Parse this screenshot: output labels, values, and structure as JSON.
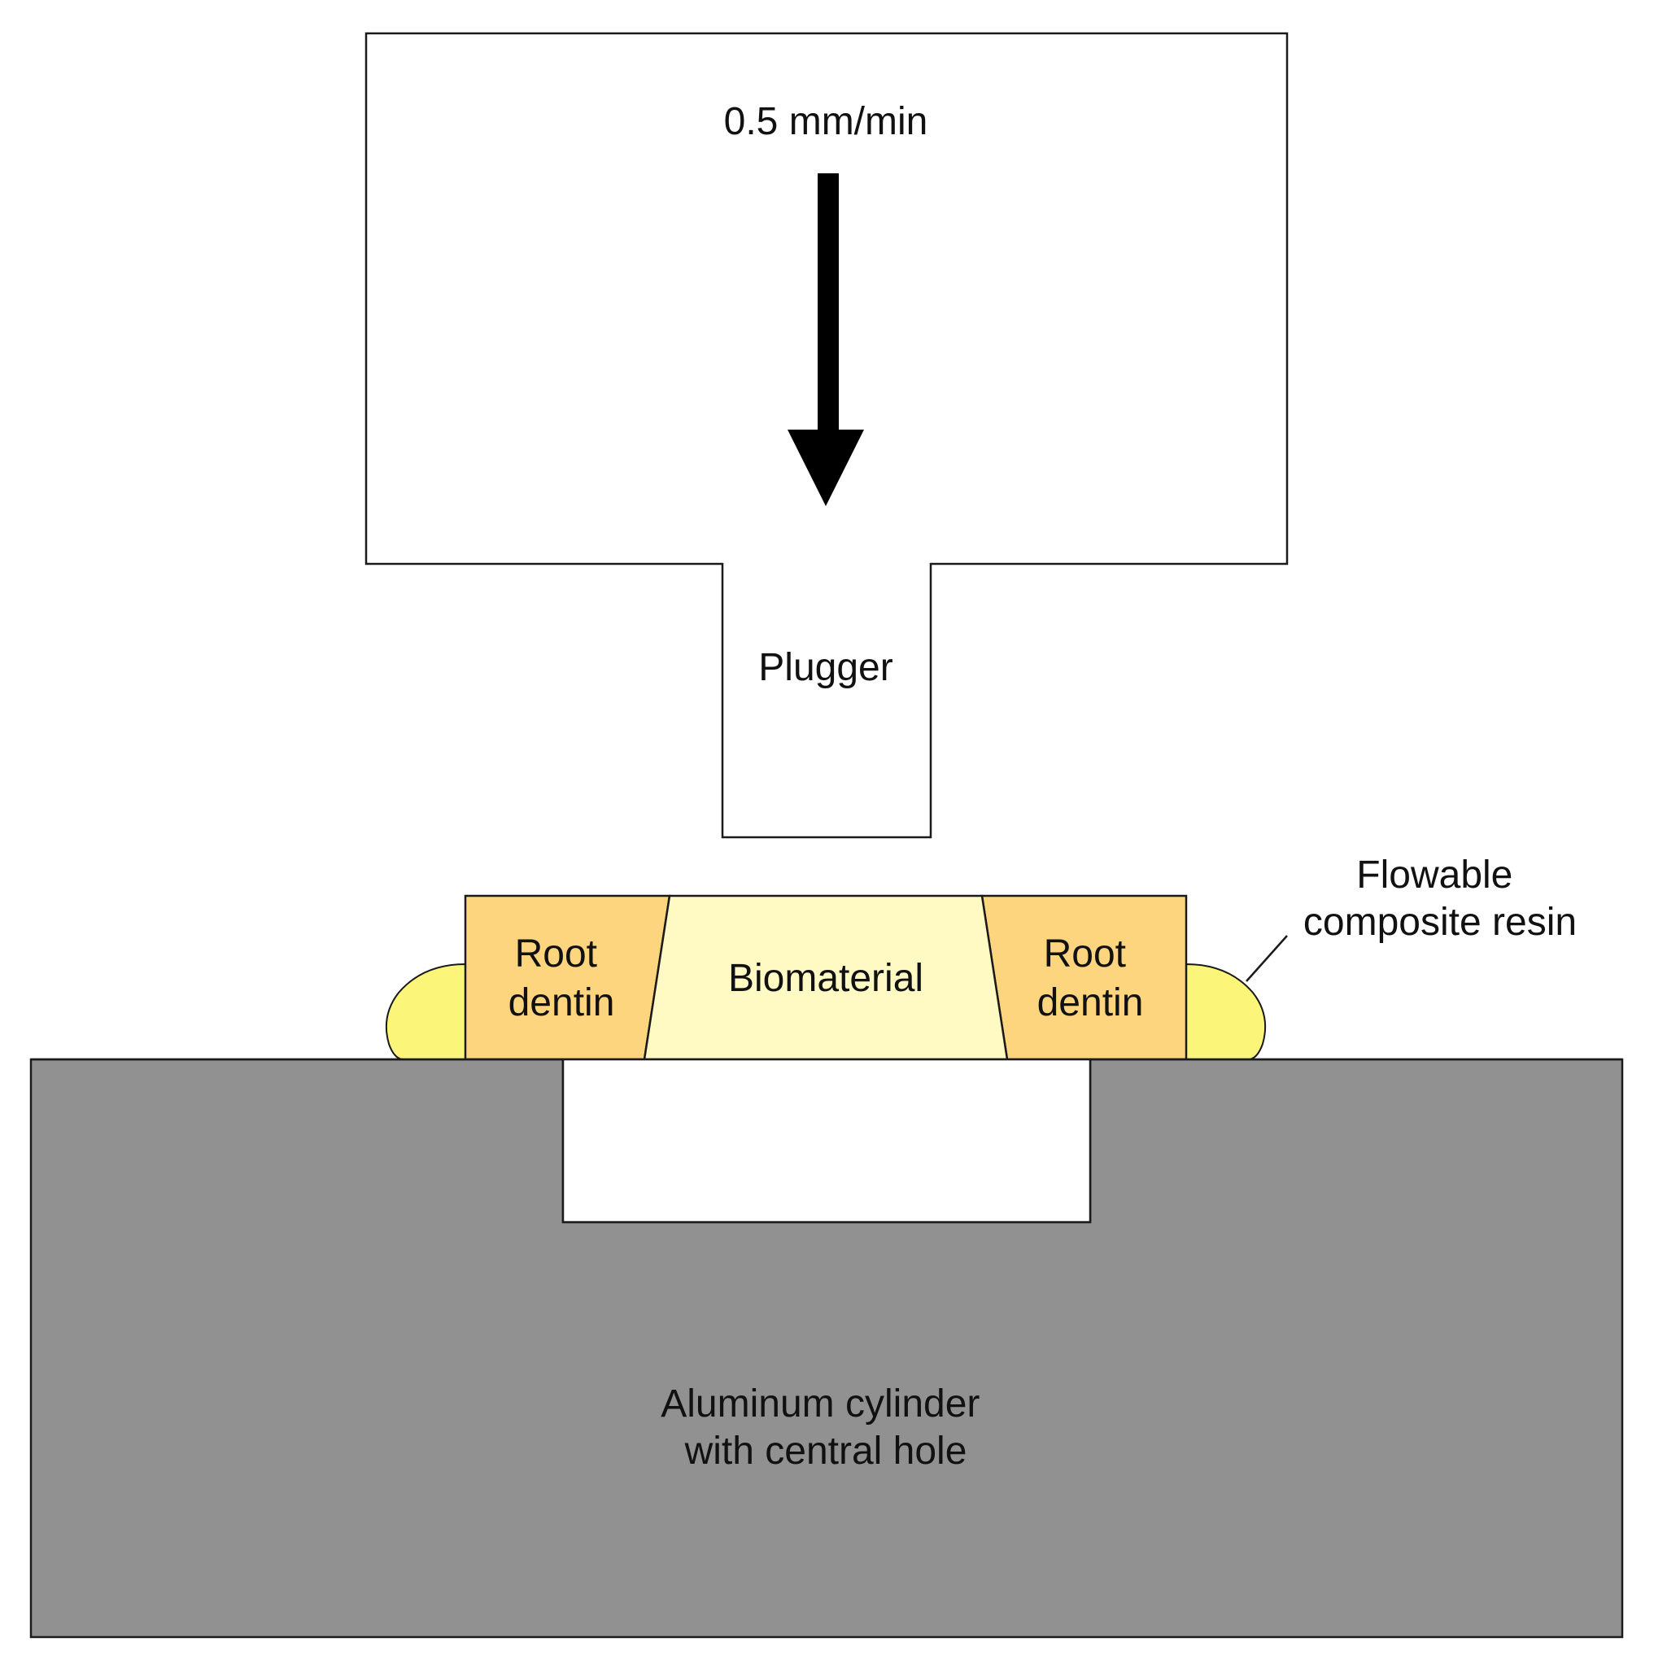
{
  "labels": {
    "speed": "0.5 mm/min",
    "plugger": "Plugger",
    "root_dentin_left": [
      "Root",
      "dentin"
    ],
    "root_dentin_right": [
      "Root",
      "dentin"
    ],
    "biomaterial": "Biomaterial",
    "flowable_resin": [
      "Flowable",
      "composite resin"
    ],
    "cylinder": [
      "Aluminum cylinder",
      "with central hole"
    ]
  },
  "colors": {
    "outline": "#1a1a1a",
    "plugger_fill": "#ffffff",
    "arrow": "#000000",
    "root_dentin": "#fdd57e",
    "biomaterial": "#fff9c4",
    "flowable_resin": "#fbf67a",
    "cylinder": "#919191",
    "hole": "#ffffff"
  },
  "icons": {
    "arrow": "arrow-down-icon"
  }
}
